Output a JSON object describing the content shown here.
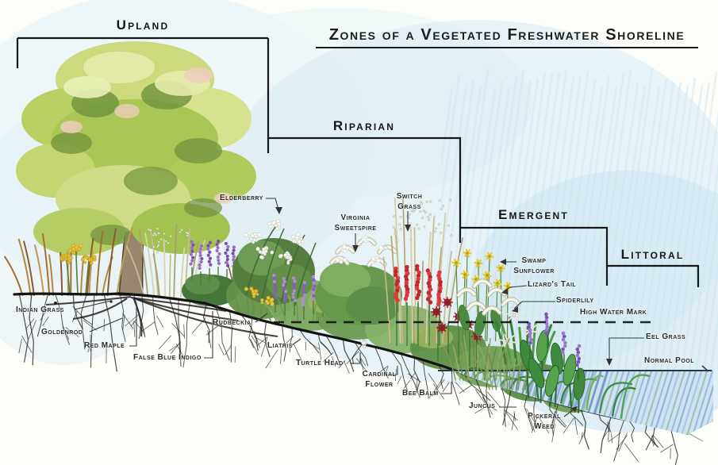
{
  "title": "Zones of a Vegetated Freshwater Shoreline",
  "zones": [
    {
      "id": "upland",
      "label": "Upland"
    },
    {
      "id": "riparian",
      "label": "Riparian"
    },
    {
      "id": "emergent",
      "label": "Emergent"
    },
    {
      "id": "littoral",
      "label": "Littoral"
    }
  ],
  "labels": [
    {
      "name": "indian-grass",
      "text": "Indian Grass"
    },
    {
      "name": "goldenrod",
      "text": "Goldenrod"
    },
    {
      "name": "red-maple",
      "text": "Red Maple"
    },
    {
      "name": "false-blue-indigo",
      "text": "False Blue Indigo"
    },
    {
      "name": "rudbeckia",
      "text": "Rudbeckia"
    },
    {
      "name": "liatris",
      "text": "Liatris"
    },
    {
      "name": "turtle-head",
      "text": "Turtle Head"
    },
    {
      "name": "cardinal-flower",
      "text": "Cardinal Flower"
    },
    {
      "name": "bee-balm",
      "text": "Bee Balm"
    },
    {
      "name": "juncus",
      "text": "Juncus"
    },
    {
      "name": "pickeral-weed",
      "text": "Pickeral Weed"
    },
    {
      "name": "elderberry",
      "text": "Elderberry"
    },
    {
      "name": "virginia-sweetspire",
      "text": "Virginia Sweetspire"
    },
    {
      "name": "switch-grass",
      "text": "Switch Grass"
    },
    {
      "name": "swamp-sunflower",
      "text": "Swamp Sunflower"
    },
    {
      "name": "lizards-tail",
      "text": "Lizard's Tail"
    },
    {
      "name": "spiderlily",
      "text": "Spiderlily"
    },
    {
      "name": "high-water-mark",
      "text": "High Water Mark"
    },
    {
      "name": "eel-grass",
      "text": "Eel Grass"
    },
    {
      "name": "normal-pool",
      "text": "Normal Pool"
    }
  ],
  "colors": {
    "sky": "#dcedf4",
    "water": "#6f9fd0",
    "foliage": "#a9c454",
    "ground_line": "#141414",
    "label_text": "#2b2b2b"
  }
}
